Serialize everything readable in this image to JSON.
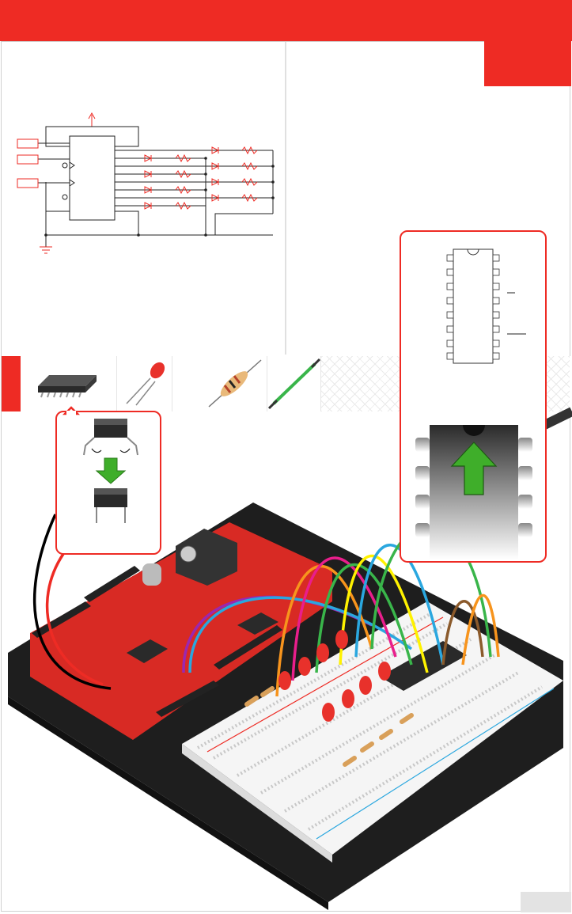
{
  "page": {
    "page_number": "",
    "colors": {
      "accent_red": "#ee2b24",
      "board_red": "#d82a24",
      "base_black": "#1e1e1e",
      "breadboard_white": "#f5f5f5",
      "arrow_green": "#3fae2a"
    }
  },
  "schematic": {
    "components": [
      "shift-register-ic",
      "led",
      "resistor",
      "ground-symbol",
      "power-arrow",
      "input-pin-box"
    ],
    "led_count": 8,
    "resistor_count": 8,
    "input_box_count": 3
  },
  "parts_strip": {
    "items": [
      "ic-chip",
      "red-led",
      "resistor",
      "jumper-wire"
    ]
  },
  "ic_orientation_callout": {
    "icons": [
      "ic-pin-bend-icon",
      "down-arrow-icon"
    ],
    "steps": 2
  },
  "ic_notch_callout": {
    "icons": [
      "ic-pinout-icon",
      "up-arrow-icon"
    ],
    "pins_per_side": 8
  },
  "hookup_illustration": {
    "components": [
      "redboard",
      "breadboard",
      "shift-register-ic",
      "leds",
      "resistors",
      "jumper-wires"
    ],
    "wire_colors": [
      "#2aa7df",
      "#9b27af",
      "#e91e8c",
      "#f7941d",
      "#fff200",
      "#39b54a",
      "#8b5a2b",
      "#000000"
    ]
  }
}
